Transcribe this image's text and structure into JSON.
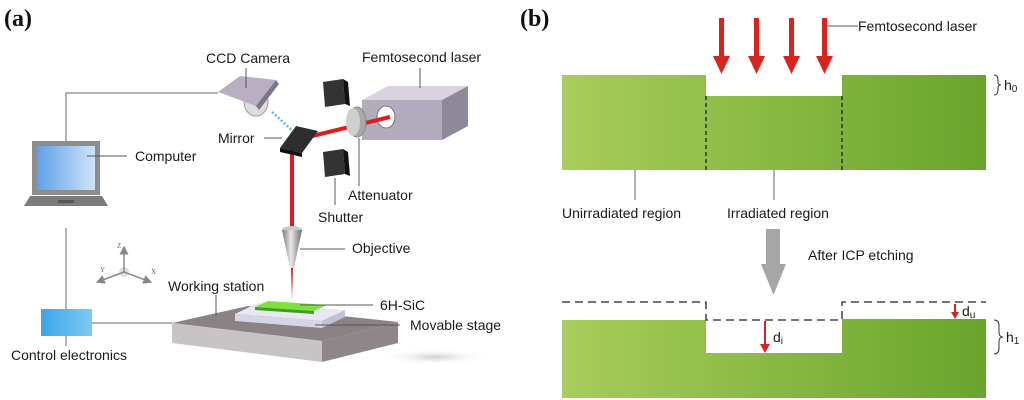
{
  "panel_a": {
    "tag": "(a)",
    "labels": {
      "ccd_camera": "CCD Camera",
      "femtosecond_laser": "Femtosecond laser",
      "mirror": "Mirror",
      "computer": "Computer",
      "attenuator": "Attenuator",
      "shutter": "Shutter",
      "objective": "Objective",
      "working_station": "Working station",
      "sample": "6H-SiC",
      "movable_stage": "Movable stage",
      "control_electronics": "Control electronics"
    },
    "axes": {
      "z": "Z",
      "y": "Y",
      "x": "X"
    }
  },
  "panel_b": {
    "tag": "(b)",
    "labels": {
      "femtosecond_laser": "Femtosecond laser",
      "h0_base": "h",
      "h0_sub": "0",
      "unirradiated": "Unirradiated region",
      "irradiated": "Irradiated region",
      "step": "After ICP etching",
      "di_base": "d",
      "di_sub": "i",
      "du_base": "d",
      "du_sub": "u",
      "h1_base": "h",
      "h1_sub": "1"
    },
    "colors": {
      "substrate_light": "#a6cc5a",
      "substrate_dark": "#6aa52e",
      "laser": "#d8231f",
      "process_arrow": "#a6a6a6"
    }
  }
}
